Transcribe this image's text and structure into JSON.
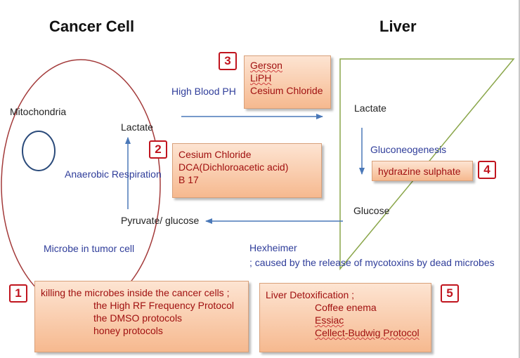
{
  "titles": {
    "cancer_cell": "Cancer Cell",
    "liver": "Liver"
  },
  "cell_labels": {
    "mitochondria": "Mitochondria",
    "lactate": "Lactate",
    "anaerobic": "Anaerobic Respiration",
    "pyruvate": "Pyruvate/ glucose",
    "microbe": "Microbe in tumor cell"
  },
  "middle_labels": {
    "high_blood_ph": "High Blood PH",
    "hexheimer": "Hexheimer",
    "hexheimer_note": "; caused by the release of mycotoxins by dead microbes"
  },
  "liver_labels": {
    "lactate": "Lactate",
    "gluconeogenesis": "Gluconeogenesis",
    "glucose": "Glucose"
  },
  "boxes": {
    "box1": {
      "number": "1",
      "lines": [
        "killing the microbes inside the cancer cells ;",
        "the High RF Frequency Protocol",
        "the DMSO protocols",
        "honey protocols"
      ]
    },
    "box2": {
      "number": "2",
      "lines": [
        "Cesium Chloride",
        "DCA(Dichloroacetic acid)",
        "B 17"
      ]
    },
    "box3": {
      "number": "3",
      "lines": [
        "Gerson",
        "LiPH",
        "Cesium Chloride"
      ]
    },
    "box4": {
      "number": "4",
      "lines": [
        "hydrazine sulphate"
      ]
    },
    "box5": {
      "number": "5",
      "lines": [
        "Liver Detoxification ;",
        "Coffee enema",
        "Essiac",
        "Cellect-Budwig Protocol"
      ]
    }
  },
  "colors": {
    "cell_outline": "#a33a3a",
    "mitochondria_outline": "#2a4a7a",
    "liver_outline": "#8aa64a",
    "arrow": "#4a78b8",
    "badge": "#c0141e",
    "box_text": "#a01010"
  }
}
